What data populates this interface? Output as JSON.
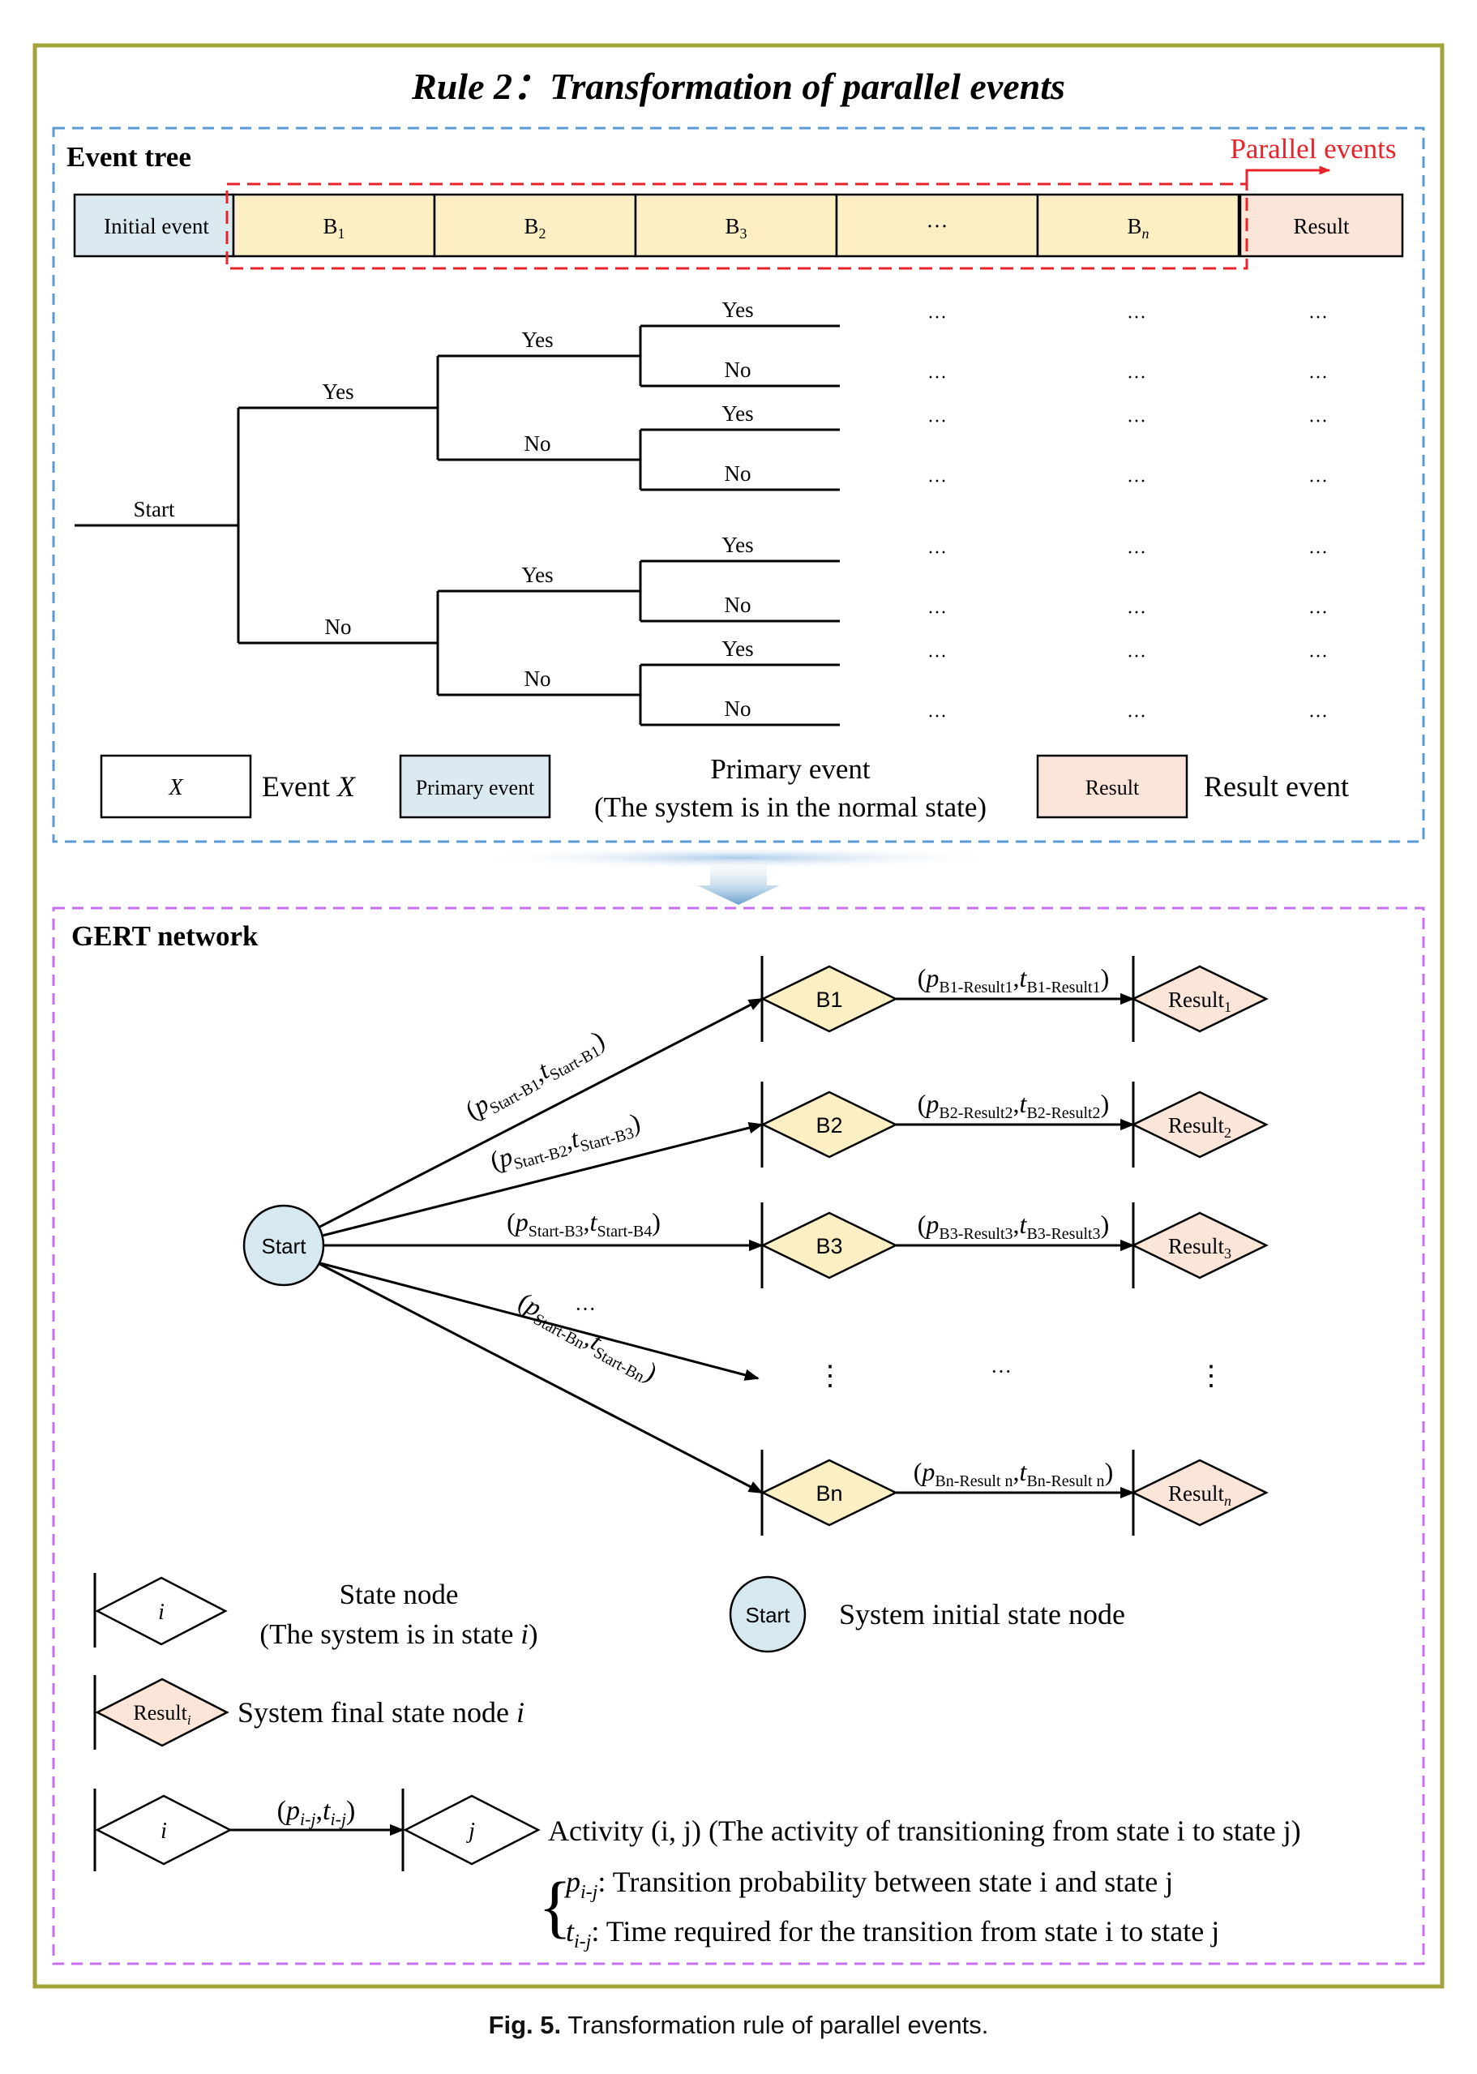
{
  "title": {
    "pre": "Rule 2",
    "colon": "：",
    "post": "Transformation of parallel events"
  },
  "event_tree": {
    "label": "Event tree",
    "parallel_label": "Parallel events",
    "header": {
      "initial": "Initial event",
      "b_cells": [
        {
          "base": "B",
          "sub": "1",
          "italic": false
        },
        {
          "base": "B",
          "sub": "2",
          "italic": false
        },
        {
          "base": "B",
          "sub": "3",
          "italic": false
        },
        {
          "base": "···",
          "sub": "",
          "italic": false
        },
        {
          "base": "B",
          "sub": "n",
          "italic": true
        }
      ],
      "result": "Result"
    },
    "start": "Start",
    "yes": "Yes",
    "no": "No",
    "ellipsis": "···",
    "legend": {
      "x_box": "X",
      "x_text_pre": "Event ",
      "x_text_var": "X",
      "primary_box": "Primary event",
      "primary_line1": "Primary event",
      "primary_line2": "(The system is in the normal state)",
      "result_box": "Result",
      "result_text": "Result event"
    }
  },
  "gert": {
    "label": "GERT network",
    "start": "Start",
    "nodes": [
      "B1",
      "B2",
      "B3",
      "Bn"
    ],
    "results": [
      {
        "base": "Result",
        "sub": "1"
      },
      {
        "base": "Result",
        "sub": "2"
      },
      {
        "base": "Result",
        "sub": "3"
      },
      {
        "base": "Result",
        "sub": "n"
      }
    ],
    "start_edges": [
      {
        "p": "Start-B1",
        "t": "Start-B1"
      },
      {
        "p": "Start-B2",
        "t": "Start-B3"
      },
      {
        "p": "Start-B3",
        "t": "Start-B4"
      },
      {
        "p": "Start-Bn",
        "t": "Start-Bn"
      }
    ],
    "result_edges": [
      {
        "p": "B1-Result1",
        "t": "B1-Result1"
      },
      {
        "p": "B2-Result2",
        "t": "B2-Result2"
      },
      {
        "p": "B3-Result3",
        "t": "B3-Result3"
      },
      {
        "p": "Bn-Result n",
        "t": "Bn-Result n"
      }
    ],
    "ellipsis": "···",
    "vdots": "⋮",
    "legend": {
      "state_node_var": "i",
      "state_line1": "State node",
      "state_line2_pre": "(The system is in state ",
      "state_line2_var": "i",
      "state_line2_post": ")",
      "start_node": "Start",
      "start_text": "System initial state node",
      "final_box_base": "Result",
      "final_box_sub": "i",
      "final_text_pre": "System final state node ",
      "final_text_var": "i",
      "act_node_i": "i",
      "act_node_j": "j",
      "act_label_p": "p",
      "act_label_t": "t",
      "act_label_sub": "i-j",
      "act_text": "Activity (i, j) (The activity of transitioning from state i to state j)",
      "p_line_var": "p",
      "p_line_sub": "i-j",
      "p_line_text": ": Transition probability between state i and state j",
      "t_line_var": "t",
      "t_line_sub": "i-j",
      "t_line_text": ": Time required for the transition from state i to state j"
    }
  },
  "caption": {
    "fig": "Fig. 5.",
    "text": "Transformation rule of parallel events."
  },
  "colors": {
    "frame": "#a3a33a",
    "blue_dash": "#5b9bd5",
    "purple_dash": "#c86ff0",
    "red_dash": "#e8232a",
    "initial_fill": "#dbeaf1",
    "b_fill": "#fdefc4",
    "result_fill": "#fae5d8",
    "start_fill": "#d6e9f1"
  }
}
